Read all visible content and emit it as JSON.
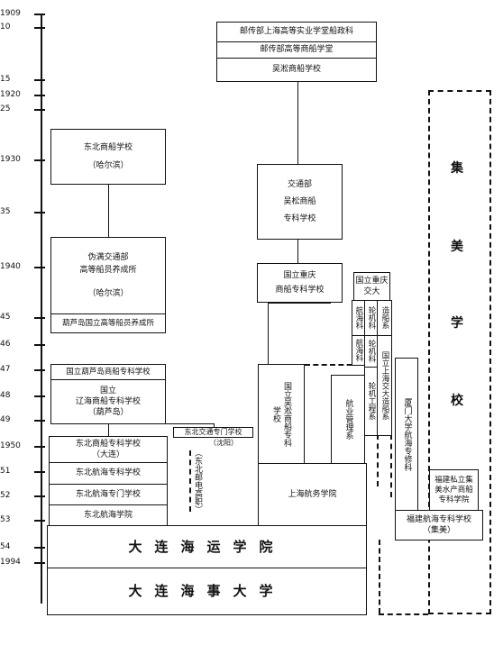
{
  "timeline": {
    "years": [
      "1909",
      "10",
      "15",
      "1920",
      "25",
      "1930",
      "35",
      "1940",
      "45",
      "46",
      "47",
      "48",
      "49",
      "1950",
      "51",
      "52",
      "53",
      "54",
      "1994"
    ]
  },
  "schools": {
    "postal_shanghai": "邮传部上海高等实业学堂船政科",
    "postal_merchant": "邮传部高等商船学堂",
    "wusong": "吴淞商船学校",
    "jiaotong_line1": "交通部",
    "jiaotong_line2": "吴松商船",
    "jiaotong_line3": "专科学校",
    "chongqing_line1": "国立重庆",
    "chongqing_line2": "商船专科学校",
    "northeast_line1": "东北商船学校",
    "northeast_line2": "（哈尔滨）",
    "manchukuo_line1": "伪满交通部",
    "manchukuo_line2": "高等船员养成所",
    "manchukuo_line3": "（哈尔滨）",
    "huludao_crew": "葫芦岛国立高等船员养成所",
    "huludao_merchant": "国立葫芦岛商船专科学校",
    "liaohai_line1": "国立",
    "liaohai_line2": "辽海商船专科学校",
    "liaohai_line3": "（葫芦岛）",
    "ne_merchant_dalian_line1": "东北商船专科学校",
    "ne_merchant_dalian_line2": "（大连）",
    "ne_navigation_college": "东北航海专科学校",
    "ne_navigation_school": "东北航海专门学校",
    "ne_navigation_institute": "东北航海学院",
    "ne_jiaotong_line1": "东北交通专门学校",
    "ne_jiaotong_line2": "（沈阳）",
    "ne_postal": "（东北邮电高职）",
    "dalian_maritime_institute": "大连海运学院",
    "dalian_maritime_university": "大连海事大学",
    "chongqing_jiaoda": "国立重庆交大",
    "col_nav1": "航海科",
    "col_eng1": "轮机科",
    "col_ship": "造船系",
    "col_nav2": "航海科",
    "col_eng2": "轮机科",
    "col_jiaoda_shanghai": "国立上海交大造船系",
    "col_eng_dept": "轮机工程系",
    "col_shipping_mgmt": "航业管理系",
    "col_wusong_national": "国立吴淞商船专科学校",
    "xiamen": "厦门大学航海专修科",
    "shanghai_nav": "上海航务学院",
    "fujian_private": "福建私立集美水产商船专科学院",
    "fujian_nav_line1": "福建航海专科学校",
    "fujian_nav_line2": "（集美）",
    "jimei": [
      "集",
      "美",
      "学",
      "校"
    ]
  }
}
